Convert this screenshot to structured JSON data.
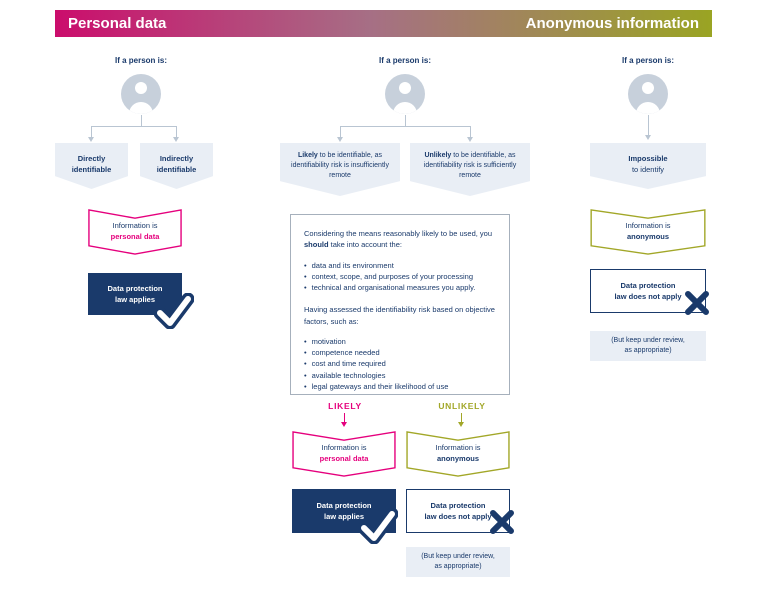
{
  "header": {
    "left_label": "Personal data",
    "right_label": "Anonymous information"
  },
  "colors": {
    "pink": "#e5007d",
    "olive": "#a2a728",
    "navy": "#1a3a6b",
    "panel_blue": "#e9eef5",
    "connector": "#b9c5d2"
  },
  "left": {
    "prompt": "If a person is:",
    "branch_direct": {
      "line1": "Directly",
      "line2": "identifiable"
    },
    "branch_indirect": {
      "line1": "Indirectly",
      "line2": "identifiable"
    },
    "result": {
      "line1": "Information is",
      "line2": "personal data"
    },
    "law": {
      "line1": "Data protection",
      "line2": "law applies"
    }
  },
  "middle": {
    "prompt": "If a person is:",
    "branch_likely": {
      "lead": "Likely",
      "rest": "to be identifiable, as identifiability risk is insufficiently remote"
    },
    "branch_unlikely": {
      "lead": "Unlikely",
      "rest": "to be identifiable, as identifiability risk is sufficiently remote"
    },
    "assessment": {
      "intro_pre": "Considering the means reasonably likely to be used, you ",
      "intro_bold": "should",
      "intro_post": " take into account the:",
      "bullets1": [
        "data and its environment",
        "context, scope, and purposes of your processing",
        "technical and organisational measures you apply."
      ],
      "para2": "Having assessed the identifiability risk based on objective factors, such as:",
      "bullets2": [
        "motivation",
        "competence needed",
        "cost and time required",
        "available technologies",
        "legal gateways and their likelihood of use"
      ]
    },
    "label_likely": "LIKELY",
    "label_unlikely": "UNLIKELY",
    "result_personal": {
      "line1": "Information is",
      "line2": "personal data"
    },
    "result_anonymous": {
      "line1": "Information is",
      "line2": "anonymous"
    },
    "law_applies": {
      "line1": "Data protection",
      "line2": "law applies"
    },
    "law_not_apply": {
      "line1": "Data protection",
      "line2": "law does not apply"
    },
    "review": {
      "line1": "(But keep under review,",
      "line2": "as appropriate)"
    }
  },
  "right": {
    "prompt": "If a person is:",
    "branch_impossible": {
      "line1": "Impossible",
      "line2": "to identify"
    },
    "result": {
      "line1": "Information is",
      "line2": "anonymous"
    },
    "law": {
      "line1": "Data protection",
      "line2": "law does not apply"
    },
    "review": {
      "line1": "(But keep under review,",
      "line2": "as appropriate)"
    }
  }
}
